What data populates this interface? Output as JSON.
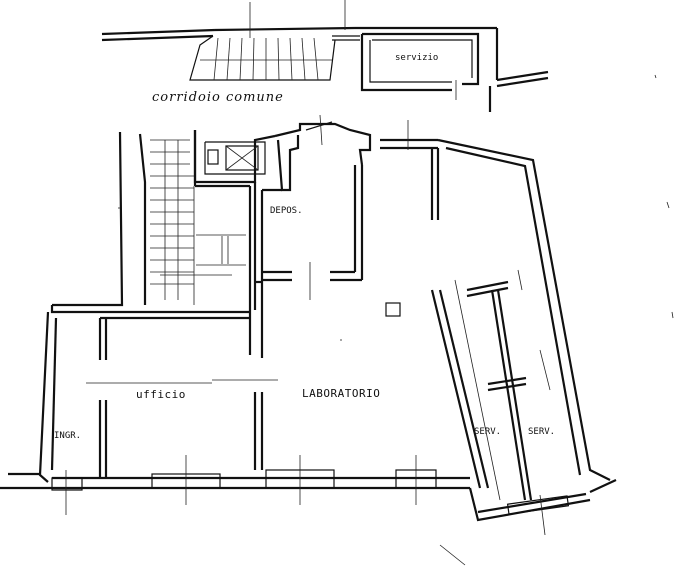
{
  "labels": {
    "corridor": "corridoio comune",
    "service_top": "servizio",
    "storage": "DEPOS.",
    "office": "ufficio",
    "laboratory": "LABORATORIO",
    "entrance": "INGR.",
    "service_left": "SERV.",
    "service_right": "SERV."
  }
}
